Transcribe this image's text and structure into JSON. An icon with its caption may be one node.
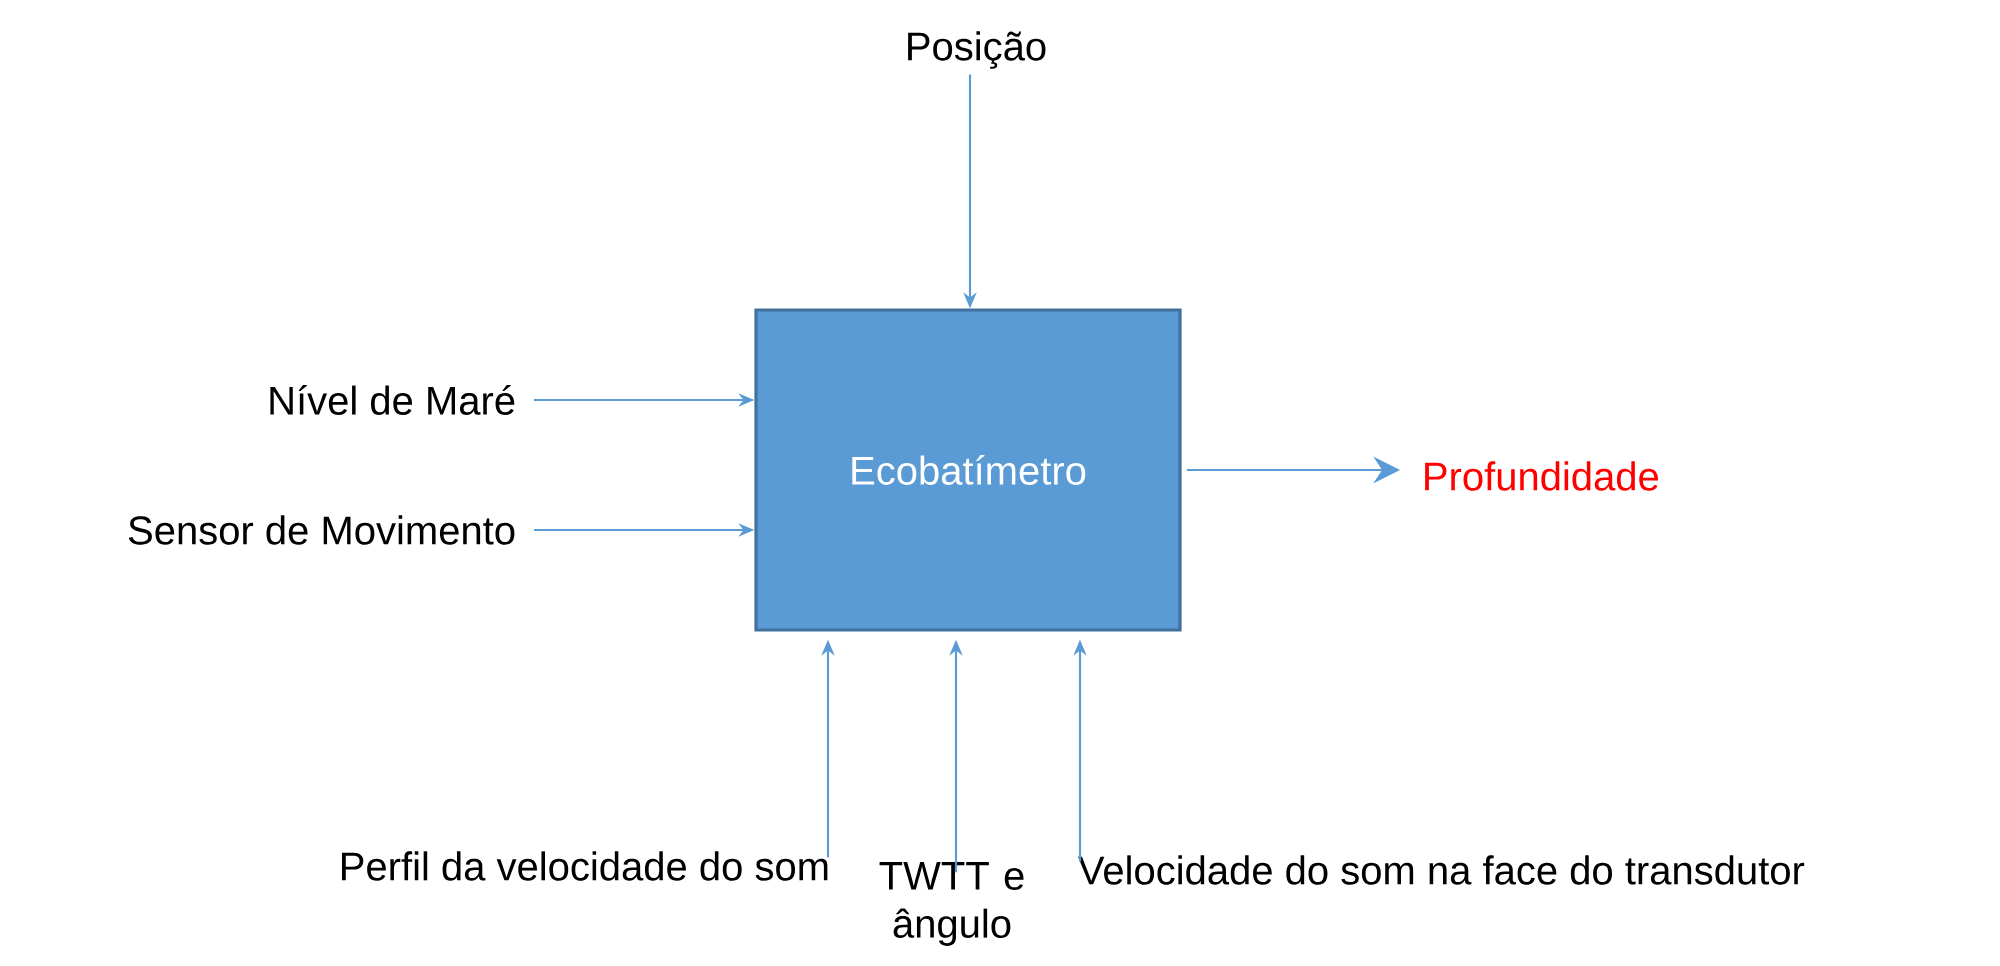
{
  "diagram": {
    "nodes": [
      {
        "text": [
          "Posição"
        ]
      },
      {
        "text": [
          "Ecobatímetro"
        ]
      },
      {
        "text": [
          "Nível de Maré"
        ]
      },
      {
        "text": [
          "Sensor de Movimento"
        ]
      },
      {
        "text": [
          "Profundidade"
        ]
      },
      {
        "text": [
          "Perfil da velocidade do som"
        ]
      },
      {
        "text": [
          "TWTT e ângulo"
        ]
      },
      {
        "text": [
          "Velocidade do som na face do transdutor"
        ]
      }
    ],
    "edges": [
      {
        "from": 0,
        "to": 1,
        "arrow": "to"
      },
      {
        "from": 2,
        "to": 1,
        "arrow": "to"
      },
      {
        "from": 3,
        "to": 1,
        "arrow": "to"
      },
      {
        "from": 1,
        "to": 4,
        "arrow": "to"
      },
      {
        "from": 5,
        "to": 1,
        "arrow": "to"
      },
      {
        "from": 6,
        "to": 1,
        "arrow": "to"
      },
      {
        "from": 7,
        "to": 1,
        "arrow": "to"
      }
    ]
  }
}
